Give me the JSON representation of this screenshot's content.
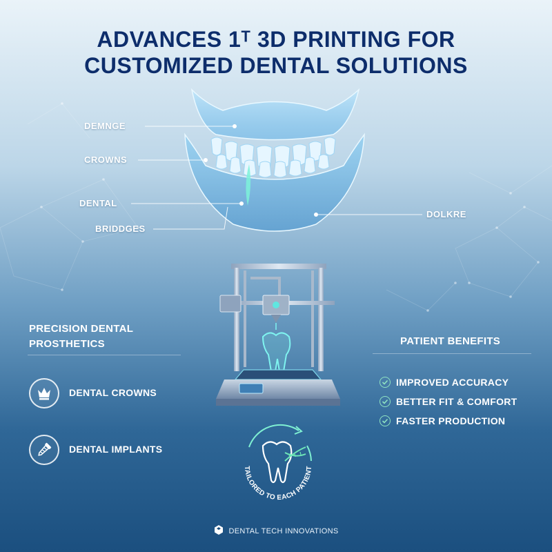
{
  "title": {
    "line1": "ADVANCES 1ᵀ 3D PRINTING FOR",
    "line2": "CUSTOMIZED DENTAL SOLUTIONS"
  },
  "labels": {
    "demnge": "DEMNGE",
    "crowns": "CROWNS",
    "dental": "DENTAL",
    "briddges": "BRIDDGES",
    "dolkre": "DOLKRE"
  },
  "left_section": {
    "heading_line1": "PRECISION DENTAL",
    "heading_line2": "PROSTHETICS",
    "items": [
      {
        "label": "DENTAL CROWNS",
        "icon": "crown-icon"
      },
      {
        "label": "DENTAL IMPLANTS",
        "icon": "implant-screw-icon"
      }
    ]
  },
  "right_section": {
    "heading": "PATIENT BENEFITS",
    "items": [
      {
        "label": "IMPROVED ACCURACY",
        "icon": "check-icon"
      },
      {
        "label": "BETTER FIT & COMFORT",
        "icon": "check-icon"
      },
      {
        "label": "FASTER PRODUCTION",
        "icon": "check-icon"
      }
    ]
  },
  "badge": {
    "text": "TAILORED TO EACH PATIENT",
    "icon": "tooth-dna-icon"
  },
  "footer": {
    "brand": "DENTAL TECH INNOVATIONS",
    "icon": "hexagon-logo-icon"
  },
  "colors": {
    "title": "#0d2d6b",
    "accent": "#4fe0d4",
    "check": "#8fe3c2"
  }
}
